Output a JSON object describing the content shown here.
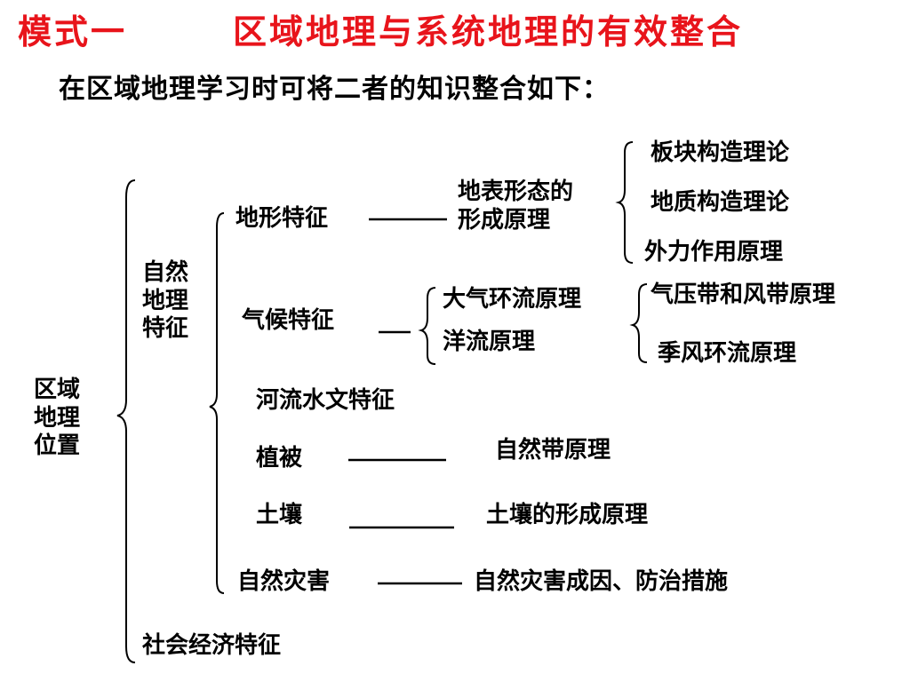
{
  "title": {
    "part1": "模式一",
    "part2": "区域地理与系统地理的有效整合"
  },
  "subtitle": "在区域地理学习时可将二者的知识整合如下：",
  "tree": {
    "root": [
      "区域",
      "地理",
      "位置"
    ],
    "natural": [
      "自然",
      "地理",
      "特征"
    ],
    "social": "社会经济特征",
    "terrain": {
      "label": "地形特征",
      "principle": [
        "地表形态的",
        "形成原理"
      ],
      "subs": [
        "板块构造理论",
        "地质构造理论",
        "外力作用原理"
      ]
    },
    "climate": {
      "label": "气候特征",
      "subs": [
        "大气环流原理",
        "洋流原理"
      ],
      "subsubs": [
        "气压带和风带原理",
        "季风环流原理"
      ]
    },
    "hydrology": {
      "label": "河流水文特征"
    },
    "vegetation": {
      "label": "植被",
      "principle": "自然带原理"
    },
    "soil": {
      "label": "土壤",
      "principle": "土壤的形成原理"
    },
    "hazard": {
      "label": "自然灾害",
      "principle": "自然灾害成因、防治措施"
    }
  }
}
